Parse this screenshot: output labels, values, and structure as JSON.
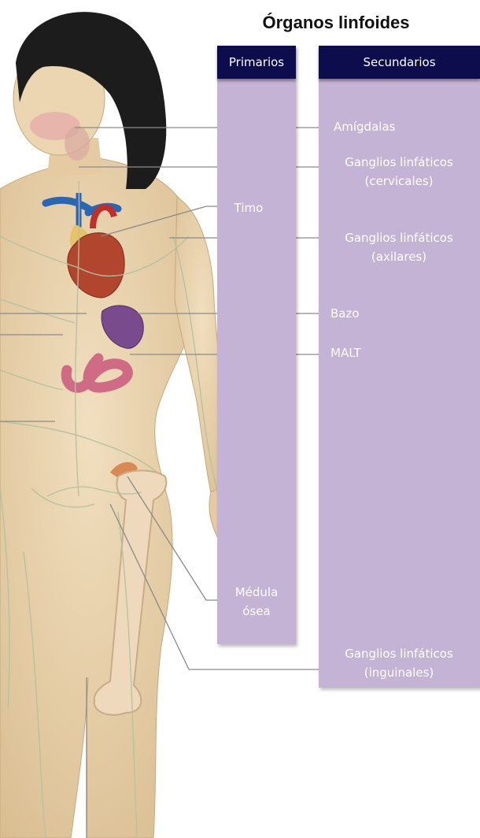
{
  "title": "Órganos linfoides",
  "columns": {
    "primary": {
      "header": "Primarios",
      "items": [
        "Timo",
        "Médula",
        "ósea"
      ]
    },
    "secondary": {
      "header": "Secundarios",
      "items": [
        "Amígdalas",
        "Ganglios linfáticos",
        "(cervicales)",
        "Ganglios linfáticos",
        "(axilares)",
        "Bazo",
        "MALT",
        "Ganglios linfáticos",
        "(inguinales)"
      ]
    }
  },
  "colors": {
    "column_fill": "#c4b3d4",
    "header_fill": "#0d0d4d",
    "skin": "#e9d3ae",
    "lymph": "#b4c2a0",
    "leader_line": "#8a8a8a"
  }
}
